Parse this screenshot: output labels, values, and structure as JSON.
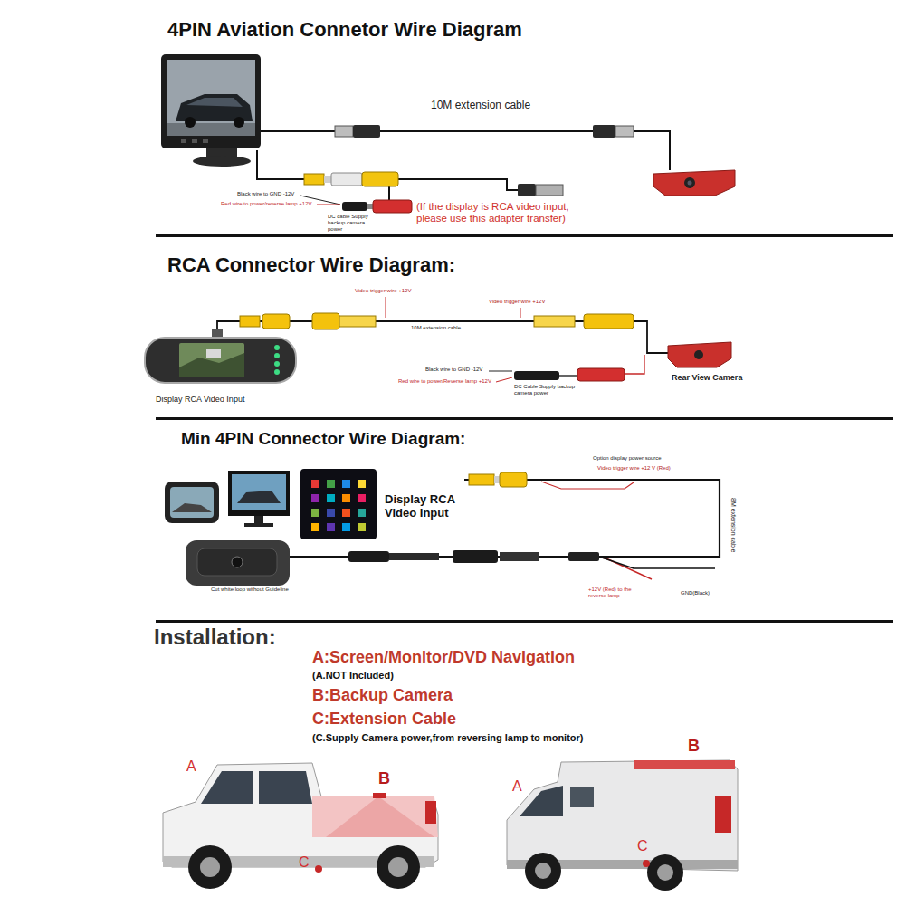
{
  "diagram": {
    "nodes": [
      {
        "text": [
          "Display RCA Video Input"
        ]
      },
      {
        "text": [
          "Rear View Camera"
        ]
      },
      {
        "text": [
          "Display RCA Video Input"
        ]
      },
      {
        "text": [
          "Cut white loop without Guideline"
        ]
      }
    ],
    "edges": [
      {
        "from": 0,
        "to": 1,
        "arrow": "none",
        "label": "10M extension cable"
      },
      {
        "from": 2,
        "to": 3,
        "arrow": "none",
        "label": "8M extension cable"
      }
    ],
    "labels": [
      "4PIN Aviation Connetor Wire Diagram",
      "10M extension cable",
      "Black wire to GND -12V",
      "Red wire to power/reverse lamp +12V",
      "DC cable Supply backup camera power",
      "(If the display is RCA video input, please use this adapter transfer)",
      "RCA Connector Wire Diagram:",
      "Video trigger wire +12V",
      "Video trigger wire +12V",
      "Black wire to GND -12V",
      "Red wire to power/Reverse lamp +12V",
      "DC Cable Supply backup camera power",
      "Min 4PIN Connector Wire Diagram:",
      "Option display power source",
      "Video trigger wire +12 V (Red)",
      "+12V (Red) to the reverse lamp",
      "GND(Black)",
      "Installation:",
      "A:Screen/Monitor/DVD Navigation",
      "(A.NOT Included)",
      "B:Backup Camera",
      "C:Extension Cable",
      "(C.Supply Camera power,from reversing lamp to monitor)",
      "A",
      "B",
      "C",
      "A",
      "B",
      "C"
    ]
  }
}
